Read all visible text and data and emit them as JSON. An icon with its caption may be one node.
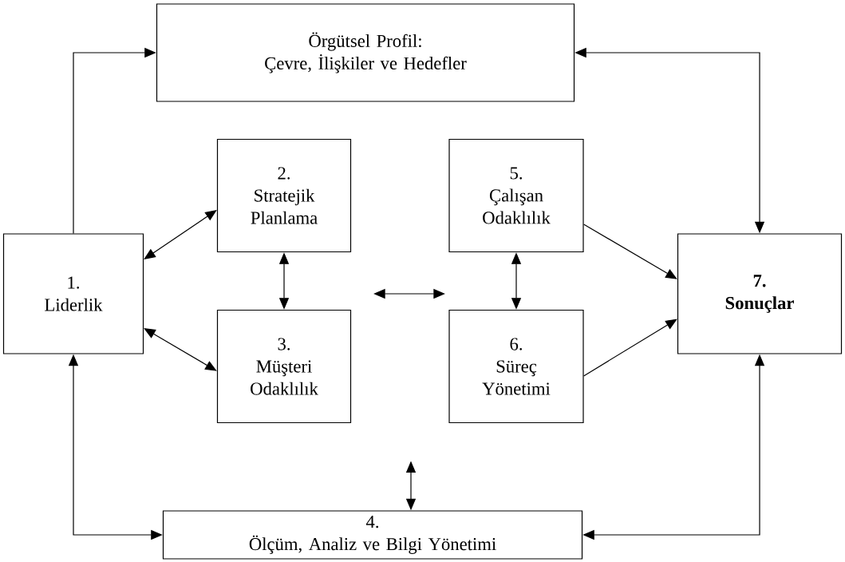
{
  "diagram": {
    "nodes": [
      {
        "text": [
          "Örgütsel Profil:",
          "Çevre, İlişkiler ve Hedefler"
        ]
      },
      {
        "text": [
          "1.",
          "Liderlik"
        ]
      },
      {
        "text": [
          "2.",
          "Stratejik Planlama"
        ]
      },
      {
        "text": [
          "3.",
          "Müşteri Odaklılık"
        ]
      },
      {
        "text": [
          "4.",
          "Ölçüm, Analiz ve Bilgi Yönetimi"
        ]
      },
      {
        "text": [
          "5.",
          "Çalışan Odaklılık"
        ]
      },
      {
        "text": [
          "6.",
          "Süreç Yönetimi"
        ]
      },
      {
        "text": [
          "7.",
          "Sonuçlar"
        ]
      }
    ],
    "edges": [
      {
        "from": 1,
        "to": 0,
        "arrow": "to"
      },
      {
        "from": 0,
        "to": 7,
        "arrow": "both"
      },
      {
        "from": 1,
        "to": 2,
        "arrow": "both"
      },
      {
        "from": 1,
        "to": 3,
        "arrow": "both"
      },
      {
        "from": 2,
        "to": 3,
        "arrow": "both"
      },
      {
        "from": 5,
        "to": 6,
        "arrow": "both"
      },
      {
        "from": 5,
        "to": 7,
        "arrow": "to"
      },
      {
        "from": 6,
        "to": 7,
        "arrow": "to"
      },
      {
        "from": 1,
        "to": 4,
        "arrow": "both"
      },
      {
        "from": 7,
        "to": 4,
        "arrow": "both"
      },
      {
        "from": 4,
        "to": null,
        "arrow": "both"
      }
    ]
  }
}
